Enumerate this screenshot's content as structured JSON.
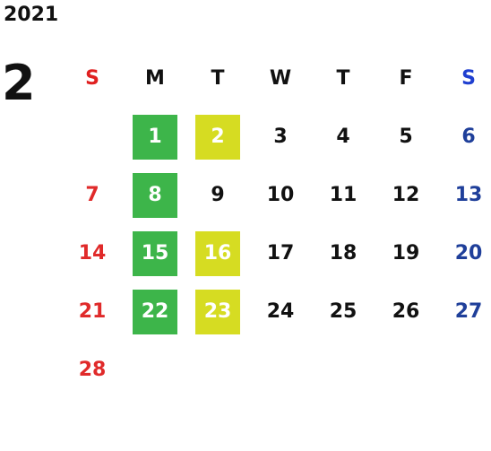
{
  "calendar": {
    "year": "2021",
    "month": "2",
    "weekdays": [
      "S",
      "M",
      "T",
      "W",
      "T",
      "F",
      "S"
    ],
    "first_weekday_index": 1,
    "days": [
      {
        "day": "1",
        "highlight": "green"
      },
      {
        "day": "2",
        "highlight": "yellow"
      },
      {
        "day": "3",
        "highlight": ""
      },
      {
        "day": "4",
        "highlight": ""
      },
      {
        "day": "5",
        "highlight": ""
      },
      {
        "day": "6",
        "highlight": ""
      },
      {
        "day": "7",
        "highlight": ""
      },
      {
        "day": "8",
        "highlight": "green"
      },
      {
        "day": "9",
        "highlight": ""
      },
      {
        "day": "10",
        "highlight": ""
      },
      {
        "day": "11",
        "highlight": ""
      },
      {
        "day": "12",
        "highlight": ""
      },
      {
        "day": "13",
        "highlight": ""
      },
      {
        "day": "14",
        "highlight": ""
      },
      {
        "day": "15",
        "highlight": "green"
      },
      {
        "day": "16",
        "highlight": "yellow"
      },
      {
        "day": "17",
        "highlight": ""
      },
      {
        "day": "18",
        "highlight": ""
      },
      {
        "day": "19",
        "highlight": ""
      },
      {
        "day": "20",
        "highlight": ""
      },
      {
        "day": "21",
        "highlight": ""
      },
      {
        "day": "22",
        "highlight": "green"
      },
      {
        "day": "23",
        "highlight": "yellow"
      },
      {
        "day": "24",
        "highlight": ""
      },
      {
        "day": "25",
        "highlight": ""
      },
      {
        "day": "26",
        "highlight": ""
      },
      {
        "day": "27",
        "highlight": ""
      },
      {
        "day": "28",
        "highlight": ""
      }
    ]
  },
  "colors": {
    "sunday": "#e02a2a",
    "saturday": "#1f3f9a",
    "highlight_green": "#3db54a",
    "highlight_yellow": "#d6dc22"
  }
}
